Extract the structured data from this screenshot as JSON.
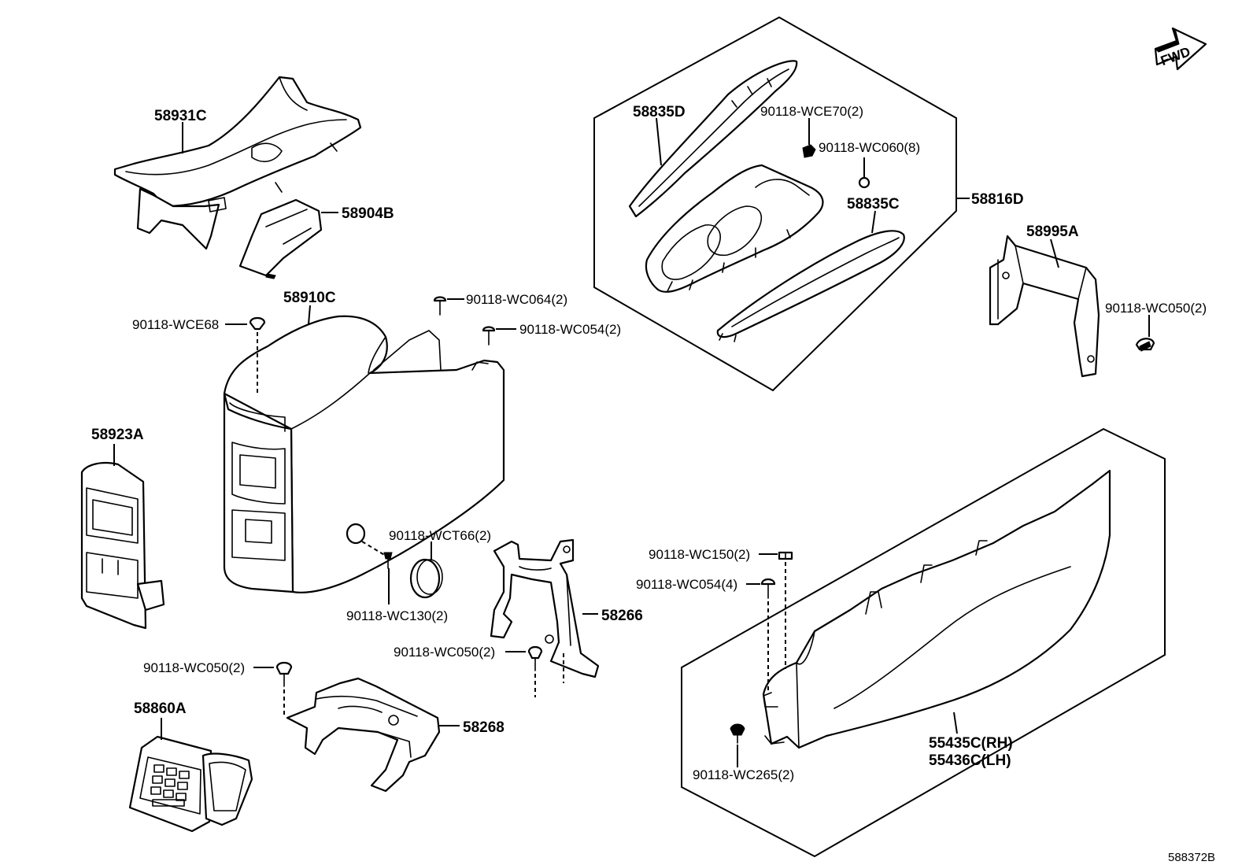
{
  "labels": {
    "p58931C": "58931C",
    "p58904B": "58904B",
    "p58910C": "58910C",
    "p90118WCE68": "90118-WCE68",
    "p90118WC064": "90118-WC064(2)",
    "p90118WC054a": "90118-WC054(2)",
    "p58923A": "58923A",
    "p90118WCT66": "90118-WCT66(2)",
    "p90118WC130": "90118-WC130(2)",
    "p58266": "58266",
    "p90118WC050b": "90118-WC050(2)",
    "p90118WC050c": "90118-WC050(2)",
    "p58860A": "58860A",
    "p58268": "58268",
    "p58835D": "58835D",
    "p90118WCE70": "90118-WCE70(2)",
    "p90118WC060": "90118-WC060(8)",
    "p58835C": "58835C",
    "p58816D": "58816D",
    "p58995A": "58995A",
    "p90118WC050a": "90118-WC050(2)",
    "p90118WC150": "90118-WC150(2)",
    "p90118WC054b": "90118-WC054(4)",
    "p55435C": "55435C(RH)",
    "p55436C": "55436C(LH)",
    "p90118WC265": "90118-WC265(2)"
  },
  "fwd_badge": "FWD",
  "figure_ref": "588372B"
}
